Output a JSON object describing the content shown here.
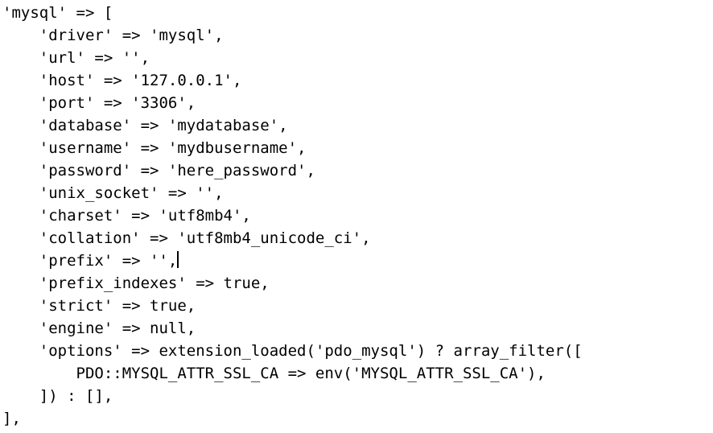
{
  "editor": {
    "background_color": "#ffffff",
    "text_color": "#000000",
    "language": "php",
    "code_lines": [
      "'mysql' => [",
      "    'driver' => 'mysql',",
      "    'url' => '',",
      "    'host' => '127.0.0.1',",
      "    'port' => '3306',",
      "    'database' => 'mydatabase',",
      "    'username' => 'mydbusername',",
      "    'password' => 'here_password',",
      "    'unix_socket' => '',",
      "    'charset' => 'utf8mb4',",
      "    'collation' => 'utf8mb4_unicode_ci',",
      "    'prefix' => '',",
      "    'prefix_indexes' => true,",
      "    'strict' => true,",
      "    'engine' => null,",
      "    'options' => extension_loaded('pdo_mysql') ? array_filter([",
      "        PDO::MYSQL_ATTR_SSL_CA => env('MYSQL_ATTR_SSL_CA'),",
      "    ]) : [],",
      "],"
    ],
    "config_values": {
      "driver": "mysql",
      "url": "",
      "host": "127.0.0.1",
      "port": "3306",
      "database": "mydatabase",
      "username": "mydbusername",
      "password": "here_password",
      "unix_socket": "",
      "charset": "utf8mb4",
      "collation": "utf8mb4_unicode_ci",
      "prefix": "",
      "prefix_indexes": "true",
      "strict": "true",
      "engine": "null"
    },
    "cursor": {
      "line_index": 11,
      "position": "end-of-line"
    }
  }
}
